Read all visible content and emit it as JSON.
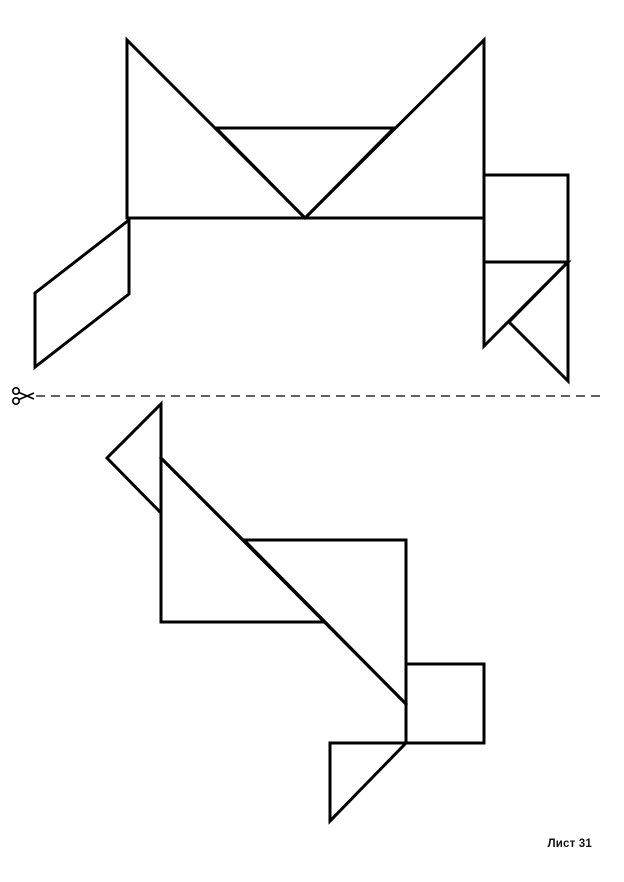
{
  "page": {
    "sheet_label": "Лист 31"
  },
  "figures": [
    {
      "name": "tangram-cat-outline",
      "pieces": [
        "large-triangle-left-ear",
        "large-triangle-right-ear",
        "medium-triangle-head",
        "parallelogram-tail",
        "square-body",
        "small-triangle-front-leg",
        "small-triangle-back-leg"
      ]
    },
    {
      "name": "tangram-bird-outline",
      "pieces": [
        "small-triangle-beak",
        "large-triangle-neck",
        "large-triangle-body",
        "square-tail",
        "small-triangle-foot"
      ]
    }
  ],
  "icons": {
    "cut_marker": "scissors-icon"
  },
  "colors": {
    "outline": "#000000",
    "background": "#ffffff"
  }
}
